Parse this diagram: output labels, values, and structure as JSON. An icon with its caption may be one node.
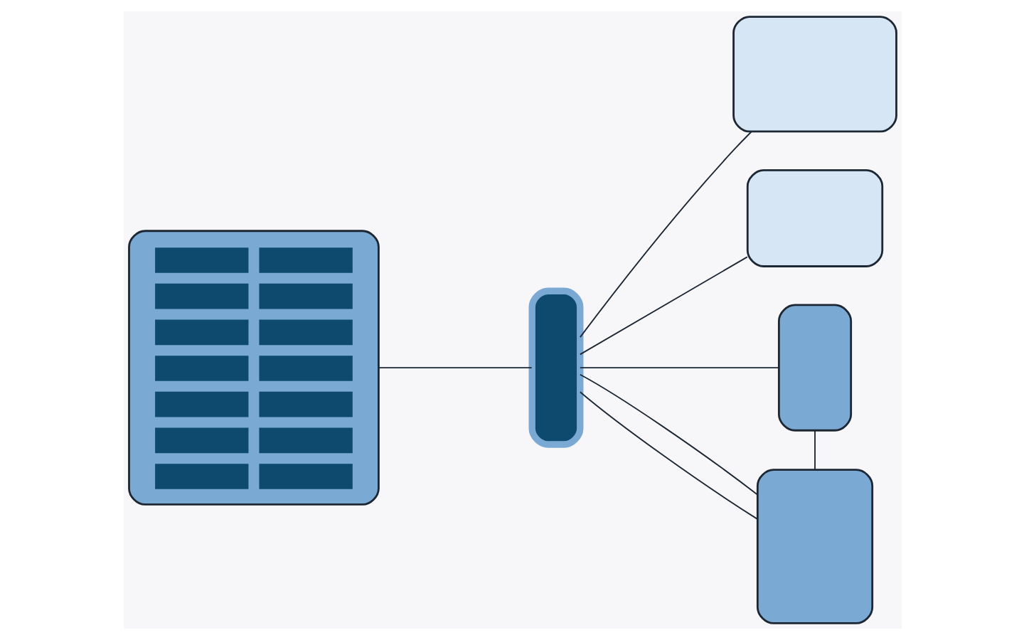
{
  "diagram": {
    "nodes": [
      {
        "text": [],
        "shape": "box"
      },
      {
        "text": [],
        "shape": "capsule"
      },
      {
        "text": [],
        "shape": "box"
      },
      {
        "text": [],
        "shape": "box"
      },
      {
        "text": [],
        "shape": "box"
      },
      {
        "text": [],
        "shape": "box"
      }
    ],
    "edges": [
      {
        "from": 0,
        "to": 1,
        "arrow": "none"
      },
      {
        "from": 1,
        "to": 2,
        "arrow": "none"
      },
      {
        "from": 1,
        "to": 3,
        "arrow": "none"
      },
      {
        "from": 1,
        "to": 4,
        "arrow": "none"
      },
      {
        "from": 1,
        "to": 5,
        "arrow": "none"
      },
      {
        "from": 1,
        "to": 5,
        "arrow": "none"
      },
      {
        "from": 4,
        "to": 5,
        "arrow": "none"
      }
    ]
  }
}
